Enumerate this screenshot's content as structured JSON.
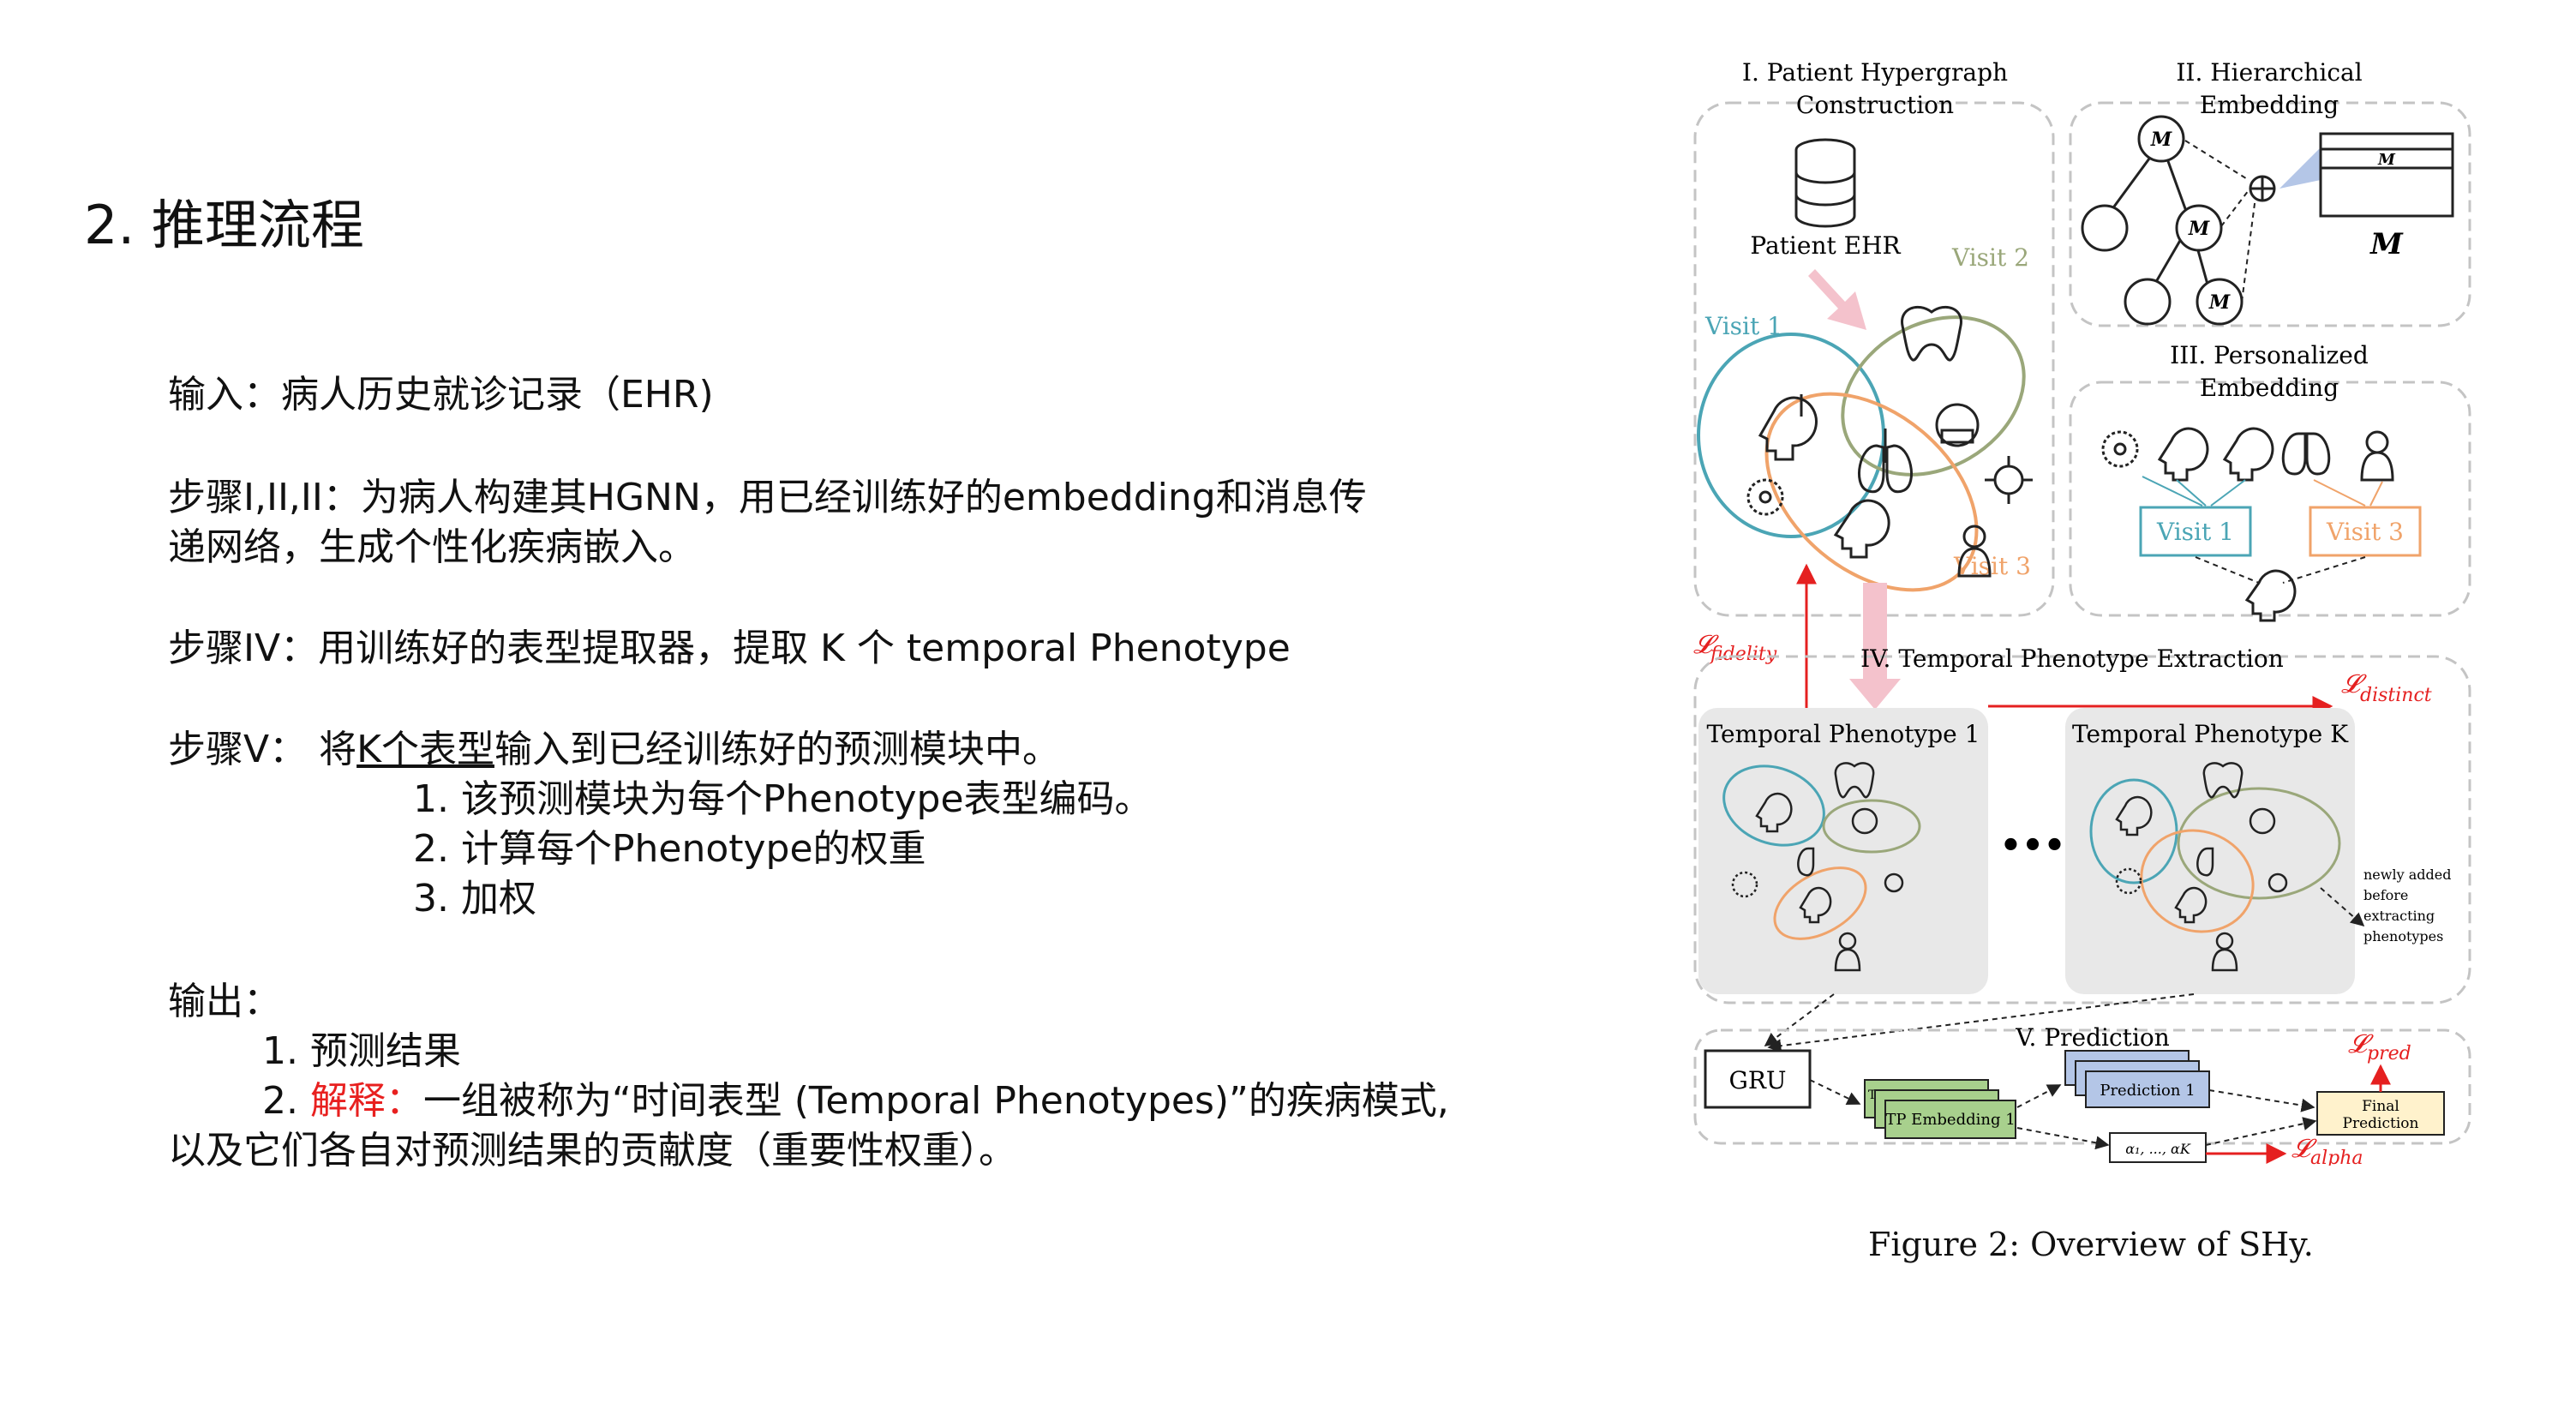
{
  "slide": {
    "title": "2. 推理流程",
    "input_line": "输入：病人历史就诊记录（EHR)",
    "step_123_line1": "步骤I,II,II：为病人构建其HGNN，用已经训练好的embedding和消息传",
    "step_123_line2": "递网络，生成个性化疾病嵌入。",
    "step_4": "步骤IV：用训练好的表型提取器，提取 K 个 temporal Phenotype",
    "step_5_prefix": "步骤V：  将",
    "step_5_underlined": "K个表型",
    "step_5_suffix": "输入到已经训练好的预测模块中。",
    "step_5_items": [
      "1. 该预测模块为每个Phenotype表型编码。",
      "2. 计算每个Phenotype的权重",
      "3. 加权"
    ],
    "output_label": "输出：",
    "output_item1": "1. 预测结果",
    "output_item2_prefix": "2. ",
    "output_item2_red": "解释：",
    "output_item2_text": "一组被称为“时间表型 (Temporal Phenotypes)”的疾病模式,",
    "output_item2_cont": "以及它们各自对预测结果的贡献度（重要性权重）。"
  },
  "figure": {
    "caption": "Figure 2:  Overview of SHy.",
    "panel1_title_line1": "I. Patient Hypergraph",
    "panel1_title_line2": "Construction",
    "panel1_db_label": "Patient EHR",
    "visit1": "Visit 1",
    "visit2": "Visit 2",
    "visit3": "Visit 3",
    "panel2_title_line1": "II. Hierarchical",
    "panel2_title_line2": "Embedding",
    "node_top": "M",
    "node_mid": "M",
    "node_bot": "M",
    "matrix_row": "M",
    "matrix_label": "M",
    "panel3_title_line1": "III. Personalized",
    "panel3_title_line2": "Embedding",
    "p3_visit1": "Visit 1",
    "p3_visit3": "Visit 3",
    "loss_fidelity": "fidelity",
    "loss_distinct": "distinct",
    "loss_pred": "pred",
    "loss_alpha": "alpha",
    "loss_symbol": "𝓛",
    "panel4_title": "IV. Temporal Phenotype Extraction",
    "tp1_title": "Temporal Phenotype 1",
    "tpk_title": "Temporal Phenotype K",
    "ellipsis": "•••",
    "note_lines": [
      "newly added",
      "before",
      "extracting",
      "phenotypes"
    ],
    "panel5_title": "V. Prediction",
    "gru": "GRU",
    "tp_embedding": "TP Embedding 1",
    "tp_embedding_back": "TP",
    "prediction1": "Prediction 1",
    "alphas": "α₁, ..., αK",
    "final_line1": "Final",
    "final_line2": "Prediction"
  },
  "colors": {
    "visit1": "#4ba5b5",
    "visit2": "#9aa77a",
    "visit3": "#f0a36a",
    "loss_red": "#e52020",
    "tp_green": "#a8d08d",
    "pred_blue": "#b4c6e7",
    "final_yellow": "#fff2cc",
    "panel_gray": "#e8e8e8"
  }
}
